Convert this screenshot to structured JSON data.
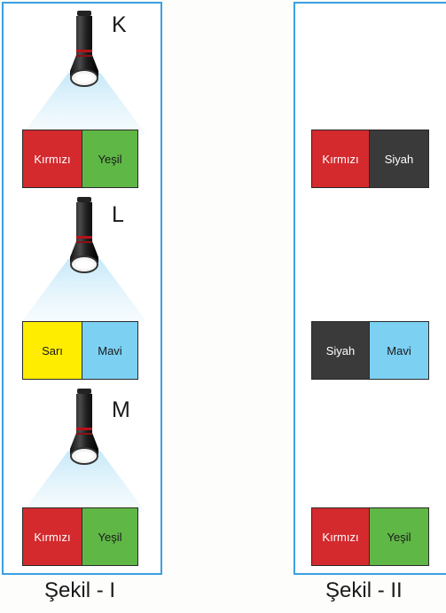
{
  "colors": {
    "Kırmızı": "#d42a2e",
    "Yeşil": "#5fb746",
    "Sarı": "#ffed00",
    "Mavi": "#7cd0f2",
    "Siyah": "#3a3a3a",
    "frame": "#3aa0e0"
  },
  "figure1": {
    "caption": "Şekil - I",
    "units": [
      {
        "letter": "K",
        "cells": [
          "Kırmızı",
          "Yeşil"
        ]
      },
      {
        "letter": "L",
        "cells": [
          "Sarı",
          "Mavi"
        ]
      },
      {
        "letter": "M",
        "cells": [
          "Kırmızı",
          "Yeşil"
        ]
      }
    ]
  },
  "figure2": {
    "caption": "Şekil - II",
    "blocks": [
      {
        "cells": [
          "Kırmızı",
          "Siyah"
        ]
      },
      {
        "cells": [
          "Siyah",
          "Mavi"
        ]
      },
      {
        "cells": [
          "Kırmızı",
          "Yeşil"
        ]
      }
    ]
  }
}
